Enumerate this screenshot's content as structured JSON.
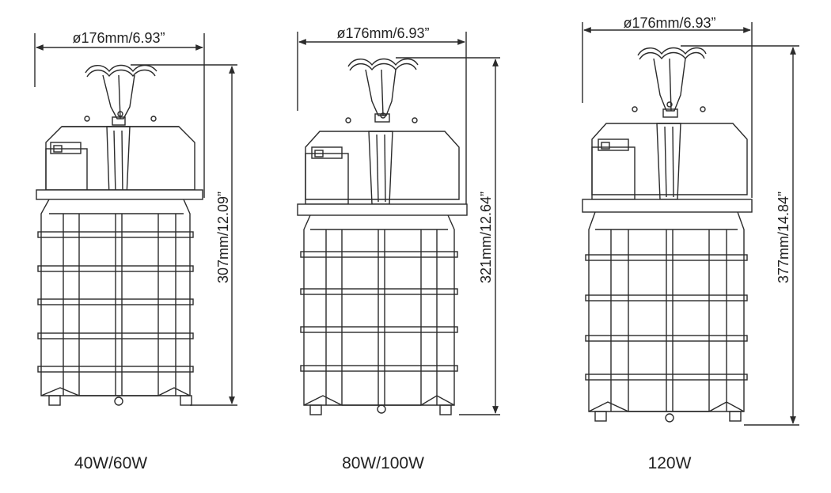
{
  "figures": [
    {
      "model": "40W/60W",
      "width_label": "ø176mm/6.93”",
      "height_label": "307mm/12.09”"
    },
    {
      "model": "80W/100W",
      "width_label": "ø176mm/6.93”",
      "height_label": "321mm/12.64”"
    },
    {
      "model": "120W",
      "width_label": "ø176mm/6.93”",
      "height_label": "377mm/14.84”"
    }
  ],
  "colors": {
    "line": "#2b2b2b",
    "background": "#ffffff"
  }
}
